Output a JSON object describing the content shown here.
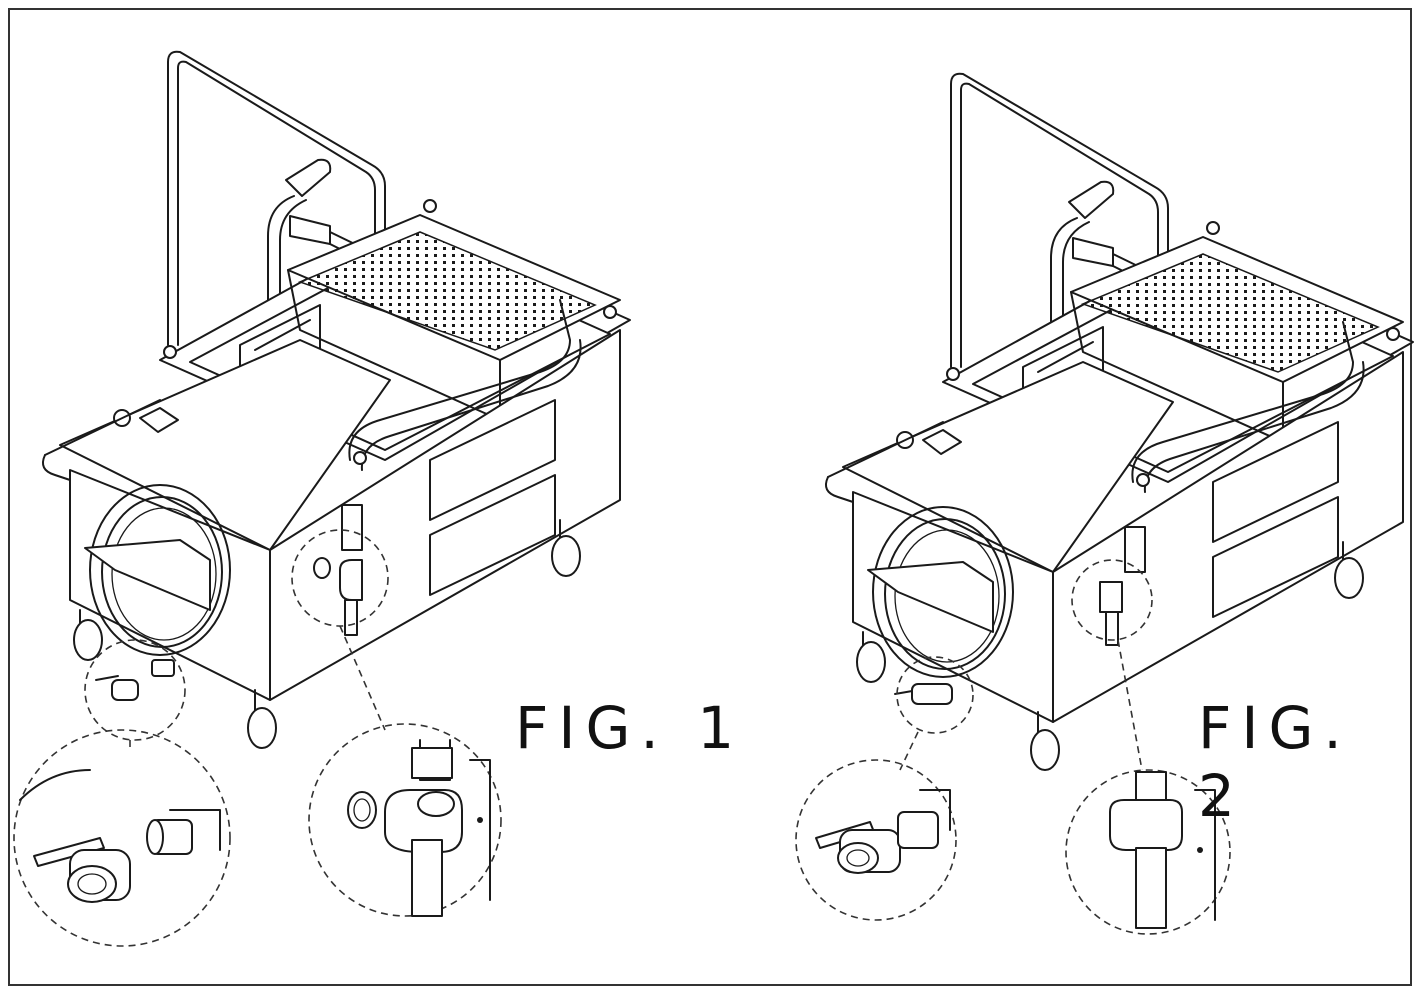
{
  "figures": [
    {
      "label": "FIG. 1",
      "ball_valve": "disconnected",
      "elbow_fitting": "disconnected"
    },
    {
      "label": "FIG. 2",
      "ball_valve": "connected",
      "elbow_fitting": "connected"
    }
  ],
  "colors": {
    "line": "#1a1a1a",
    "background": "#ffffff",
    "frame": "#333333"
  }
}
